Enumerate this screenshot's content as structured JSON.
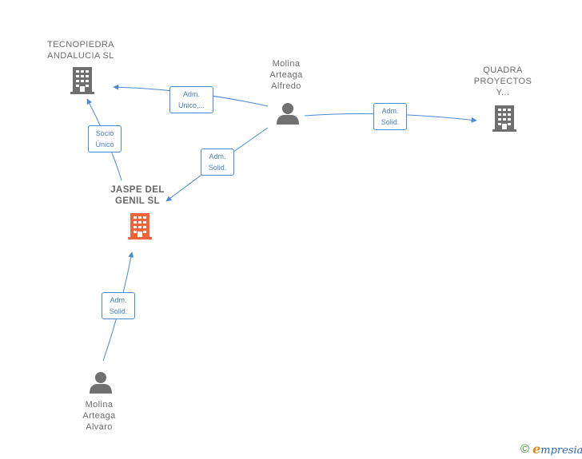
{
  "nodes": {
    "tecnopiedra": {
      "lines": [
        "TECNOPIEDRA",
        "ANDALUCIA SL"
      ],
      "type": "company"
    },
    "jaspe": {
      "lines": [
        "JASPE DEL",
        "GENIL SL"
      ],
      "type": "company-main"
    },
    "quadra": {
      "lines": [
        "QUADRA",
        "PROYECTOS",
        "Y..."
      ],
      "type": "company"
    },
    "alfredo": {
      "lines": [
        "Molina",
        "Arteaga",
        "Alfredo"
      ],
      "type": "person"
    },
    "alvaro": {
      "lines": [
        "Molina",
        "Arteaga",
        "Alvaro"
      ],
      "type": "person"
    }
  },
  "edges": [
    {
      "id": "alfredo-tecnopiedra",
      "from": "alfredo",
      "to": "tecnopiedra",
      "lines": [
        "Adm.",
        "Unico,..."
      ]
    },
    {
      "id": "alfredo-quadra",
      "from": "alfredo",
      "to": "quadra",
      "lines": [
        "Adm.",
        "Solid."
      ]
    },
    {
      "id": "alfredo-jaspe",
      "from": "alfredo",
      "to": "jaspe",
      "lines": [
        "Adm.",
        "Solid."
      ]
    },
    {
      "id": "jaspe-tecnopiedra",
      "from": "jaspe",
      "to": "tecnopiedra",
      "lines": [
        "Socio",
        "Único"
      ]
    },
    {
      "id": "alvaro-jaspe",
      "from": "alvaro",
      "to": "jaspe",
      "lines": [
        "Adm.",
        "Solid."
      ]
    }
  ],
  "colors": {
    "edge": "#4a8ad4",
    "company": "#6f6f6f",
    "company_main": "#f0643a",
    "person": "#707070"
  },
  "footer": {
    "copyright": "©",
    "brand_initial": "e",
    "brand_rest": "mpresia"
  }
}
